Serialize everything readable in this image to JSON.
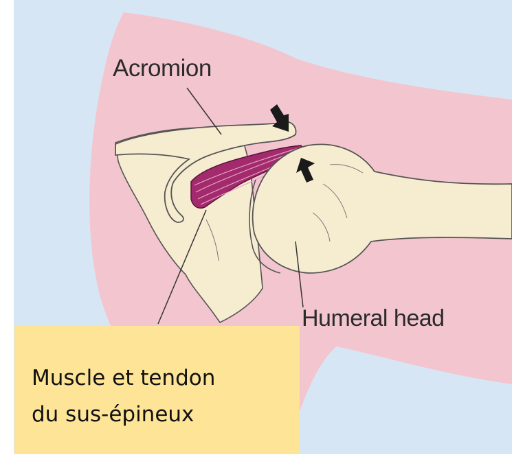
{
  "colors": {
    "background": "#d7e6f4",
    "skin": "#f3c6cf",
    "bone": "#f6ecd0",
    "muscle": "#a32a6c",
    "arrow": "#1a1a1a",
    "note_box": "#fde497"
  },
  "labels": {
    "acromion": "Acromion",
    "humeral_head": "Humeral head"
  },
  "note": {
    "line1": "Muscle et tendon",
    "line2": "du sus-épineux"
  }
}
